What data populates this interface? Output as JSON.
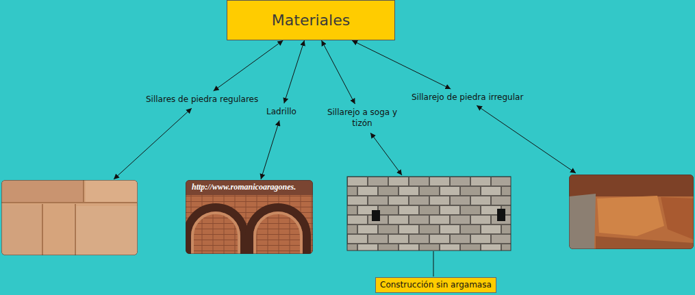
{
  "diagram": {
    "nodes": [
      {
        "text": [
          "Materiales"
        ]
      },
      {
        "text": [
          "Sillares de piedra regulares"
        ]
      },
      {
        "text": [
          "Ladrillo"
        ]
      },
      {
        "text": [
          "Sillarejo a soga y tizón"
        ]
      },
      {
        "text": [
          "Sillarejo de piedra irregular"
        ]
      },
      {
        "text": [
          "Construcción sin argamasa"
        ]
      }
    ],
    "edges": [
      {
        "from": 0,
        "to": 1,
        "arrow": "both"
      },
      {
        "from": 0,
        "to": 2,
        "arrow": "both"
      },
      {
        "from": 0,
        "to": 3,
        "arrow": "both"
      },
      {
        "from": 0,
        "to": 4,
        "arrow": "both"
      }
    ],
    "labels": [
      "http://www.romanicoaragones."
    ]
  }
}
